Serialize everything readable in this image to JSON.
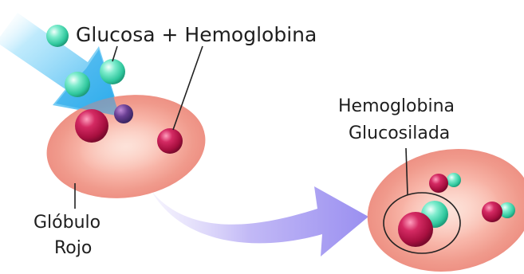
{
  "labels": {
    "top": "Glucosa + Hemoglobina",
    "right_line1": "Hemoglobina",
    "right_line2": "Glucosilada",
    "left_line1": "Glóbulo",
    "left_line2": "Rojo"
  },
  "colors": {
    "cell_fill": "#f5a99c",
    "cell_rim": "#ec8c80",
    "glucose": "#45d9b0",
    "hemoglobin": "#c0154b",
    "blue_arrow": "#3ab6ee",
    "purple_arrow": "#a89ef0",
    "leader_line": "#222222"
  }
}
